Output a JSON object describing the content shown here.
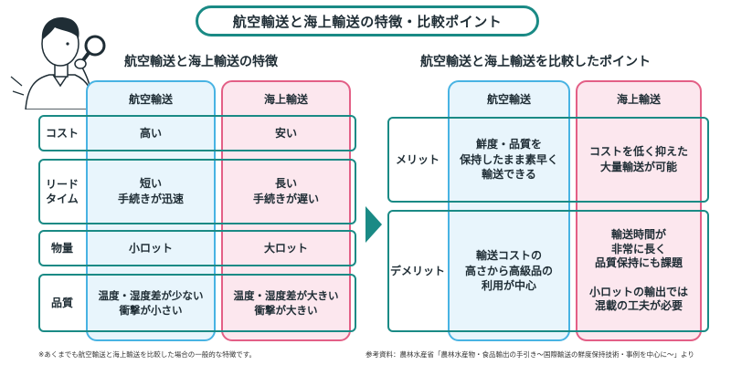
{
  "title": "航空輸送と海上輸送の特徴・比較ポイント",
  "left": {
    "heading": "航空輸送と海上輸送の特徴",
    "columns": {
      "air": "航空輸送",
      "sea": "海上輸送"
    },
    "rows": [
      {
        "label": "コスト",
        "air": "高い",
        "sea": "安い"
      },
      {
        "label": "リード\nタイム",
        "air": "短い\n手続きが迅速",
        "sea": "長い\n手続きが遅い"
      },
      {
        "label": "物量",
        "air": "小ロット",
        "sea": "大ロット"
      },
      {
        "label": "品質",
        "air": "温度・湿度差が少ない\n衝撃が小さい",
        "sea": "温度・湿度差が大きい\n衝撃が大きい"
      }
    ]
  },
  "right": {
    "heading": "航空輸送と海上輸送を比較したポイント",
    "columns": {
      "air": "航空輸送",
      "sea": "海上輸送"
    },
    "rows": [
      {
        "label": "メリット",
        "air": "鮮度・品質を\n保持したまま素早く\n輸送できる",
        "sea": "コストを低く抑えた\n大量輸送が可能"
      },
      {
        "label": "デメリット",
        "air": "輸送コストの\n高さから高級品の\n利用が中心",
        "sea": "輸送時間が\n非常に長く\n品質保持にも課題\n\n小ロットの輸出では\n混載の工夫が必要"
      }
    ]
  },
  "footnotes": {
    "left": "※あくまでも航空輸送と海上輸送を比較した場合の一般的な特徴です。",
    "right": "参考資料：農林水産省「農林水産物・食品輸出の手引き～国際輸送の鮮度保持技術・事例を中心に～」より"
  },
  "colors": {
    "teal": "#1a8a85",
    "blue": "#48b3e3",
    "pink": "#e35f86",
    "blue_fill": "#e8f5fc",
    "pink_fill": "#fce7ee"
  },
  "icons": [
    "person-with-magnifier-illustration",
    "right-arrow-icon"
  ]
}
